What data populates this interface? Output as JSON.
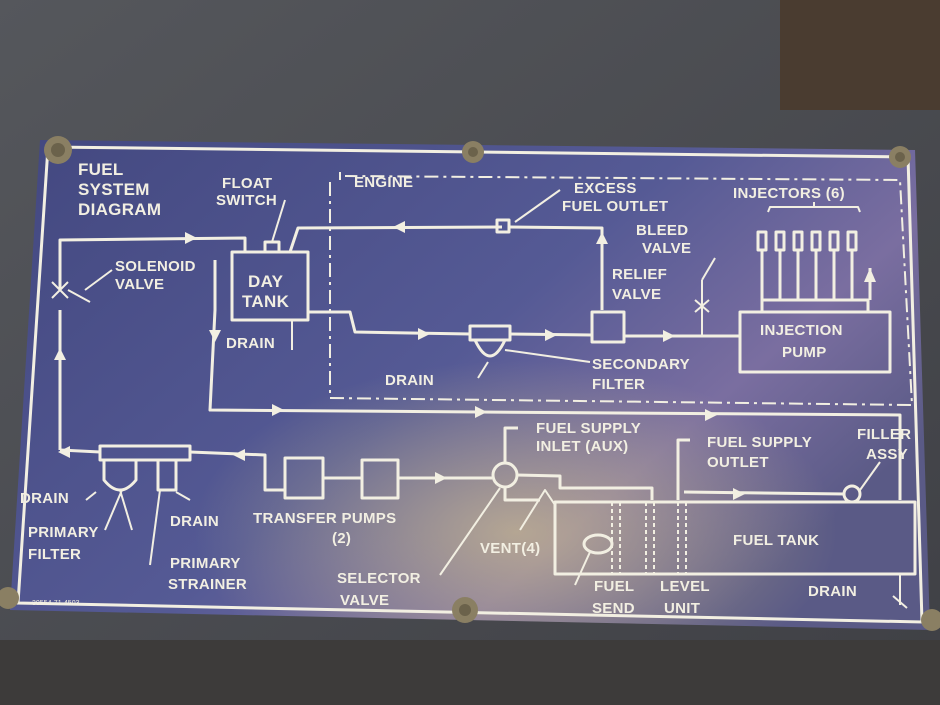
{
  "plate": {
    "colors": {
      "plate": "#4a4f8a",
      "line": "#f2efe2",
      "housing": "#4a4c52"
    },
    "title": [
      "FUEL",
      "SYSTEM",
      "DIAGRAM"
    ],
    "part_number": "30554-71-4503"
  },
  "labels": {
    "float_switch": [
      "FLOAT",
      "SWITCH"
    ],
    "day_tank": [
      "DAY",
      "TANK"
    ],
    "solenoid_valve": [
      "SOLENOID",
      "VALVE"
    ],
    "drain_day_tank": "DRAIN",
    "engine": "ENGINE",
    "excess_fuel_outlet": [
      "EXCESS",
      "FUEL OUTLET"
    ],
    "injectors": "INJECTORS (6)",
    "bleed_valve": [
      "BLEED",
      "VALVE"
    ],
    "relief_valve": [
      "RELIEF",
      "VALVE"
    ],
    "injection_pump": [
      "INJECTION",
      "PUMP"
    ],
    "drain_secondary": "DRAIN",
    "secondary_filter": [
      "SECONDARY",
      "FILTER"
    ],
    "fuel_supply_inlet": [
      "FUEL SUPPLY",
      "INLET (AUX)"
    ],
    "fuel_supply_outlet": [
      "FUEL SUPPLY",
      "OUTLET"
    ],
    "filler_assy": [
      "FILLER",
      "ASSY"
    ],
    "drain_primary_filter": "DRAIN",
    "primary_filter": [
      "PRIMARY",
      "FILTER"
    ],
    "drain_primary_strainer": "DRAIN",
    "primary_strainer": [
      "PRIMARY",
      "STRAINER"
    ],
    "transfer_pumps": [
      "TRANSFER PUMPS",
      "(2)"
    ],
    "selector_valve": [
      "SELECTOR",
      "VALVE"
    ],
    "vent": "VENT(4)",
    "fuel_tank": "FUEL TANK",
    "fuel_send": [
      "FUEL",
      "SEND"
    ],
    "level_unit": [
      "LEVEL",
      "UNIT"
    ],
    "drain_fuel_tank": "DRAIN"
  }
}
